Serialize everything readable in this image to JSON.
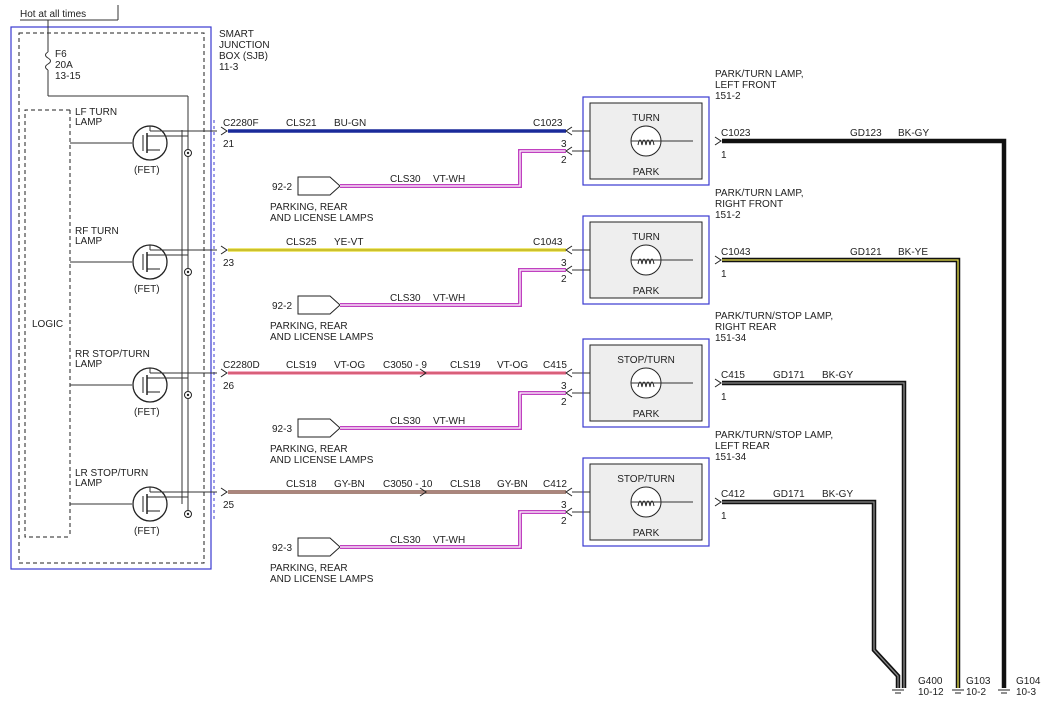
{
  "header": {
    "supply": "Hot at all times"
  },
  "fuse": {
    "name": "F6",
    "rating": "20A",
    "ref": "13-15"
  },
  "sjb": {
    "line1": "SMART",
    "line2": "JUNCTION",
    "line3": "BOX (SJB)",
    "ref": "11-3"
  },
  "logic": {
    "label": "LOGIC"
  },
  "fet_label": "(FET)",
  "outputs": [
    {
      "line1": "LF TURN",
      "line2": "LAMP",
      "connector": "C2280F",
      "pin": "21"
    },
    {
      "line1": "RF TURN",
      "line2": "LAMP",
      "connector": "",
      "pin": "23"
    },
    {
      "line1": "RR STOP/TURN",
      "line2": "LAMP",
      "connector": "C2280D",
      "pin": "26"
    },
    {
      "line1": "LR STOP/TURN",
      "line2": "LAMP",
      "connector": "",
      "pin": "25"
    }
  ],
  "circuits": [
    {
      "circuit": "CLS21",
      "color": "BU-GN",
      "inline": "",
      "circuit2": "",
      "color2": "",
      "lamp_conn": "C1023"
    },
    {
      "circuit": "CLS25",
      "color": "YE-VT",
      "inline": "",
      "circuit2": "",
      "color2": "",
      "lamp_conn": "C1043"
    },
    {
      "circuit": "CLS19",
      "color": "VT-OG",
      "inline": "C3050",
      "inline_pin": "9",
      "circuit2": "CLS19",
      "color2": "VT-OG",
      "lamp_conn": "C415"
    },
    {
      "circuit": "CLS18",
      "color": "GY-BN",
      "inline": "C3050",
      "inline_pin": "10",
      "circuit2": "CLS18",
      "color2": "GY-BN",
      "lamp_conn": "C412"
    }
  ],
  "park_feeds": [
    {
      "ref": "92-2",
      "circuit": "CLS30",
      "color": "VT-WH",
      "desc1": "PARKING, REAR",
      "desc2": "AND LICENSE LAMPS",
      "pin_top": "3",
      "pin_bottom": "2"
    },
    {
      "ref": "92-2",
      "circuit": "CLS30",
      "color": "VT-WH",
      "desc1": "PARKING, REAR",
      "desc2": "AND LICENSE LAMPS",
      "pin_top": "3",
      "pin_bottom": "2"
    },
    {
      "ref": "92-3",
      "circuit": "CLS30",
      "color": "VT-WH",
      "desc1": "PARKING, REAR",
      "desc2": "AND LICENSE LAMPS",
      "pin_top": "3",
      "pin_bottom": "2"
    },
    {
      "ref": "92-3",
      "circuit": "CLS30",
      "color": "VT-WH",
      "desc1": "PARKING, REAR",
      "desc2": "AND LICENSE LAMPS",
      "pin_top": "3",
      "pin_bottom": "2"
    }
  ],
  "lamps": [
    {
      "line1": "PARK/TURN LAMP,",
      "line2": "LEFT FRONT",
      "ref": "151-2",
      "top": "TURN",
      "bottom": "PARK"
    },
    {
      "line1": "PARK/TURN LAMP,",
      "line2": "RIGHT FRONT",
      "ref": "151-2",
      "top": "TURN",
      "bottom": "PARK"
    },
    {
      "line1": "PARK/TURN/STOP LAMP,",
      "line2": "RIGHT REAR",
      "ref": "151-34",
      "top": "STOP/TURN",
      "bottom": "PARK"
    },
    {
      "line1": "PARK/TURN/STOP LAMP,",
      "line2": "LEFT REAR",
      "ref": "151-34",
      "top": "STOP/TURN",
      "bottom": "PARK"
    }
  ],
  "ground_wires": [
    {
      "conn": "C1023",
      "pin": "1",
      "circuit": "GD123",
      "color": "BK-GY"
    },
    {
      "conn": "C1043",
      "pin": "1",
      "circuit": "GD121",
      "color": "BK-YE"
    },
    {
      "conn": "C415",
      "pin": "1",
      "circuit": "GD171",
      "color": "BK-GY"
    },
    {
      "conn": "C412",
      "pin": "1",
      "circuit": "GD171",
      "color": "BK-GY"
    }
  ],
  "grounds": [
    {
      "name": "G400",
      "ref": "10-12"
    },
    {
      "name": "G103",
      "ref": "10-2"
    },
    {
      "name": "G104",
      "ref": "10-3"
    }
  ],
  "colors": {
    "box": "#3a3ad0",
    "blue_wire": "#1a2a9a",
    "yellow_wire": "#e8e04a",
    "pink_wire": "#f090b0",
    "brown_wire": "#8a6050",
    "violet_wire": "#c040c0",
    "black_wire": "#111111",
    "lamp_fill": "#eeeeee"
  }
}
